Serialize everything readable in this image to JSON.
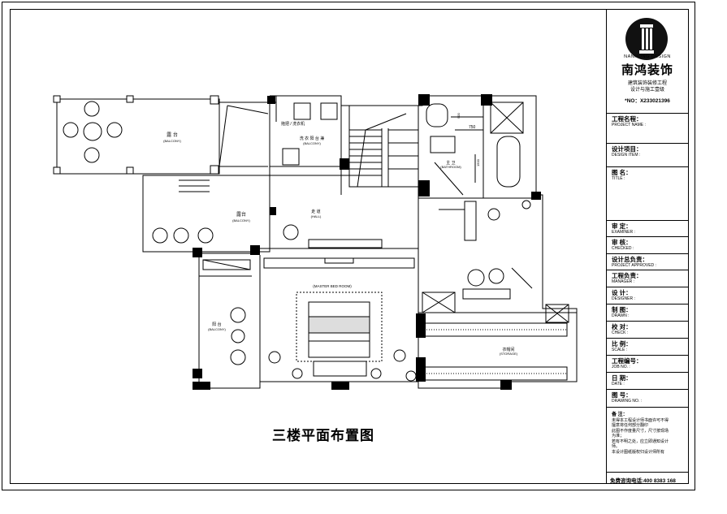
{
  "drawing_title": "三楼平面布置图",
  "rooms": {
    "balcony_left": {
      "cn": "露 台",
      "en": "(BALCONY)"
    },
    "balcony_mid": {
      "cn": "露台",
      "en": "(BALCONY)"
    },
    "balcony_laundry": {
      "cn": "洗 衣 阳 台 兼",
      "en": "(BALCONY)"
    },
    "balcony_side": {
      "cn": "阳 台",
      "en": "(BALCONY)"
    },
    "hall": {
      "cn": "走 道",
      "en": "(HALL)"
    },
    "master_bedroom": {
      "en": "(MASTER BED ROOM)"
    },
    "storage": {
      "cn": "衣帽间",
      "en": "(STORAGE)"
    },
    "bathroom": {
      "cn": "主 卫",
      "en": "(BATHROOM)"
    },
    "utility": {
      "cn": "拖把 / 洗衣机"
    }
  },
  "dimensions": {
    "d1": "750",
    "d2": "900",
    "d3": "1500"
  },
  "title_block": {
    "logo_icon": "column-logo-icon",
    "brand_en": "NANHONG DESIGN",
    "brand_cn": "南鸿装饰",
    "brand_sub_1": "建筑装饰装修工程",
    "brand_sub_2": "设计与施工壹级",
    "brand_no": "*NO：X233021396",
    "fields": [
      {
        "cn": "工程名程：",
        "en": "PROJECT NAME :"
      },
      {
        "cn": "设计项目：",
        "en": "DESIGN ITEM :"
      },
      {
        "cn": "图  名：",
        "en": "TITLE :"
      },
      {
        "cn": "审  定：",
        "en": "EXAMINER :"
      },
      {
        "cn": "审  核：",
        "en": "CHECKED :"
      },
      {
        "cn": "设计总负责：",
        "en": "PROJECT APPROVED :"
      },
      {
        "cn": "工程负责：",
        "en": "MANAGER :"
      },
      {
        "cn": "设  计：",
        "en": "DESIGNER :"
      },
      {
        "cn": "制  图：",
        "en": "DRAWN :"
      },
      {
        "cn": "校  对：",
        "en": "CHECK :"
      },
      {
        "cn": "比  例：",
        "en": "SCALE :"
      },
      {
        "cn": "工程编号：",
        "en": "JOB  NO. :"
      },
      {
        "cn": "日  期：",
        "en": "DATE :"
      },
      {
        "cn": "图  号：",
        "en": "DRAWING NO. :"
      }
    ],
    "notes_heading": "备 注：",
    "notes_lines": [
      "未得本工程设计师书面许可不得",
      "擅意将任何部分翻印",
      "此图不作度量尺寸，尺寸按现场",
      "为准；",
      "若有不明之处，应立即通知设计",
      "师。",
      "本设计图纸版权归设计师所有"
    ],
    "hotline": "免费咨询电话:400 8383 168"
  }
}
